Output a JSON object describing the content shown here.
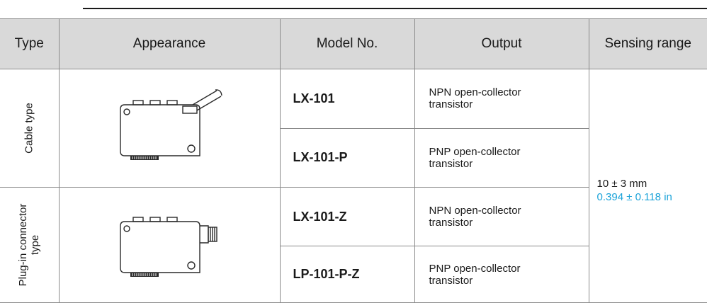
{
  "table": {
    "headers": [
      "Type",
      "Appearance",
      "Model No.",
      "Output",
      "Sensing range"
    ],
    "types": [
      {
        "label": "Cable type",
        "lines": [
          "Cable type"
        ]
      },
      {
        "label": "Plug-in connector type",
        "lines": [
          "Plug-in connector",
          "type"
        ]
      }
    ],
    "rows": [
      {
        "model": "LX-101",
        "output_line1": "NPN open-collector",
        "output_line2": "transistor"
      },
      {
        "model": "LX-101-P",
        "output_line1": "PNP open-collector",
        "output_line2": "transistor"
      },
      {
        "model": "LX-101-Z",
        "output_line1": "NPN open-collector",
        "output_line2": "transistor"
      },
      {
        "model": "LP-101-P-Z",
        "output_line1": "PNP open-collector",
        "output_line2": "transistor"
      }
    ],
    "sensing_range": {
      "mm": "10 ± 3 mm",
      "in": "0.394 ± 0.118 in"
    }
  },
  "colors": {
    "header_bg": "#d9d9d9",
    "inch_text": "#1ba3d9",
    "border": "#8a8a8a"
  },
  "icons": {
    "cable_sensor": "cable-type-sensor-icon",
    "connector_sensor": "plug-in-connector-sensor-icon"
  }
}
